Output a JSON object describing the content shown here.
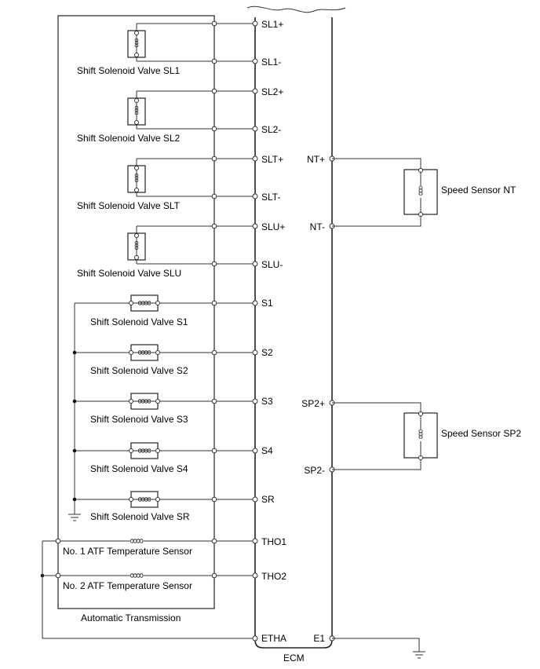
{
  "labels": {
    "transmission": "Automatic Transmission",
    "ecm": "ECM"
  },
  "ecm_terminals": [
    {
      "id": "sl1p",
      "label": "SL1+"
    },
    {
      "id": "sl1m",
      "label": "SL1-"
    },
    {
      "id": "sl2p",
      "label": "SL2+"
    },
    {
      "id": "sl2m",
      "label": "SL2-"
    },
    {
      "id": "sltp",
      "label": "SLT+"
    },
    {
      "id": "sltm",
      "label": "SLT-"
    },
    {
      "id": "slup",
      "label": "SLU+"
    },
    {
      "id": "slum",
      "label": "SLU-"
    },
    {
      "id": "s1",
      "label": "S1"
    },
    {
      "id": "s2",
      "label": "S2"
    },
    {
      "id": "s3",
      "label": "S3"
    },
    {
      "id": "s4",
      "label": "S4"
    },
    {
      "id": "sr",
      "label": "SR"
    },
    {
      "id": "tho1",
      "label": "THO1"
    },
    {
      "id": "tho2",
      "label": "THO2"
    },
    {
      "id": "etha",
      "label": "ETHA"
    },
    {
      "id": "ntp",
      "label": "NT+"
    },
    {
      "id": "ntm",
      "label": "NT-"
    },
    {
      "id": "sp2p",
      "label": "SP2+"
    },
    {
      "id": "sp2m",
      "label": "SP2-"
    },
    {
      "id": "e1",
      "label": "E1"
    }
  ],
  "components": [
    {
      "id": "sl1",
      "label": "Shift Solenoid Valve SL1"
    },
    {
      "id": "sl2",
      "label": "Shift Solenoid Valve SL2"
    },
    {
      "id": "slt",
      "label": "Shift Solenoid Valve SLT"
    },
    {
      "id": "slu",
      "label": "Shift Solenoid Valve SLU"
    },
    {
      "id": "s1",
      "label": "Shift Solenoid Valve S1"
    },
    {
      "id": "s2",
      "label": "Shift Solenoid Valve S2"
    },
    {
      "id": "s3",
      "label": "Shift Solenoid Valve S3"
    },
    {
      "id": "s4",
      "label": "Shift Solenoid Valve S4"
    },
    {
      "id": "sr",
      "label": "Shift Solenoid Valve SR"
    },
    {
      "id": "atf1",
      "label": "No. 1 ATF Temperature Sensor"
    },
    {
      "id": "atf2",
      "label": "No. 2 ATF Temperature Sensor"
    },
    {
      "id": "nt",
      "label": "Speed Sensor NT"
    },
    {
      "id": "sp2",
      "label": "Speed Sensor SP2"
    }
  ],
  "icons": {
    "coil": "coil-icon",
    "ground": "ground-icon",
    "terminal": "terminal-dot-icon"
  }
}
